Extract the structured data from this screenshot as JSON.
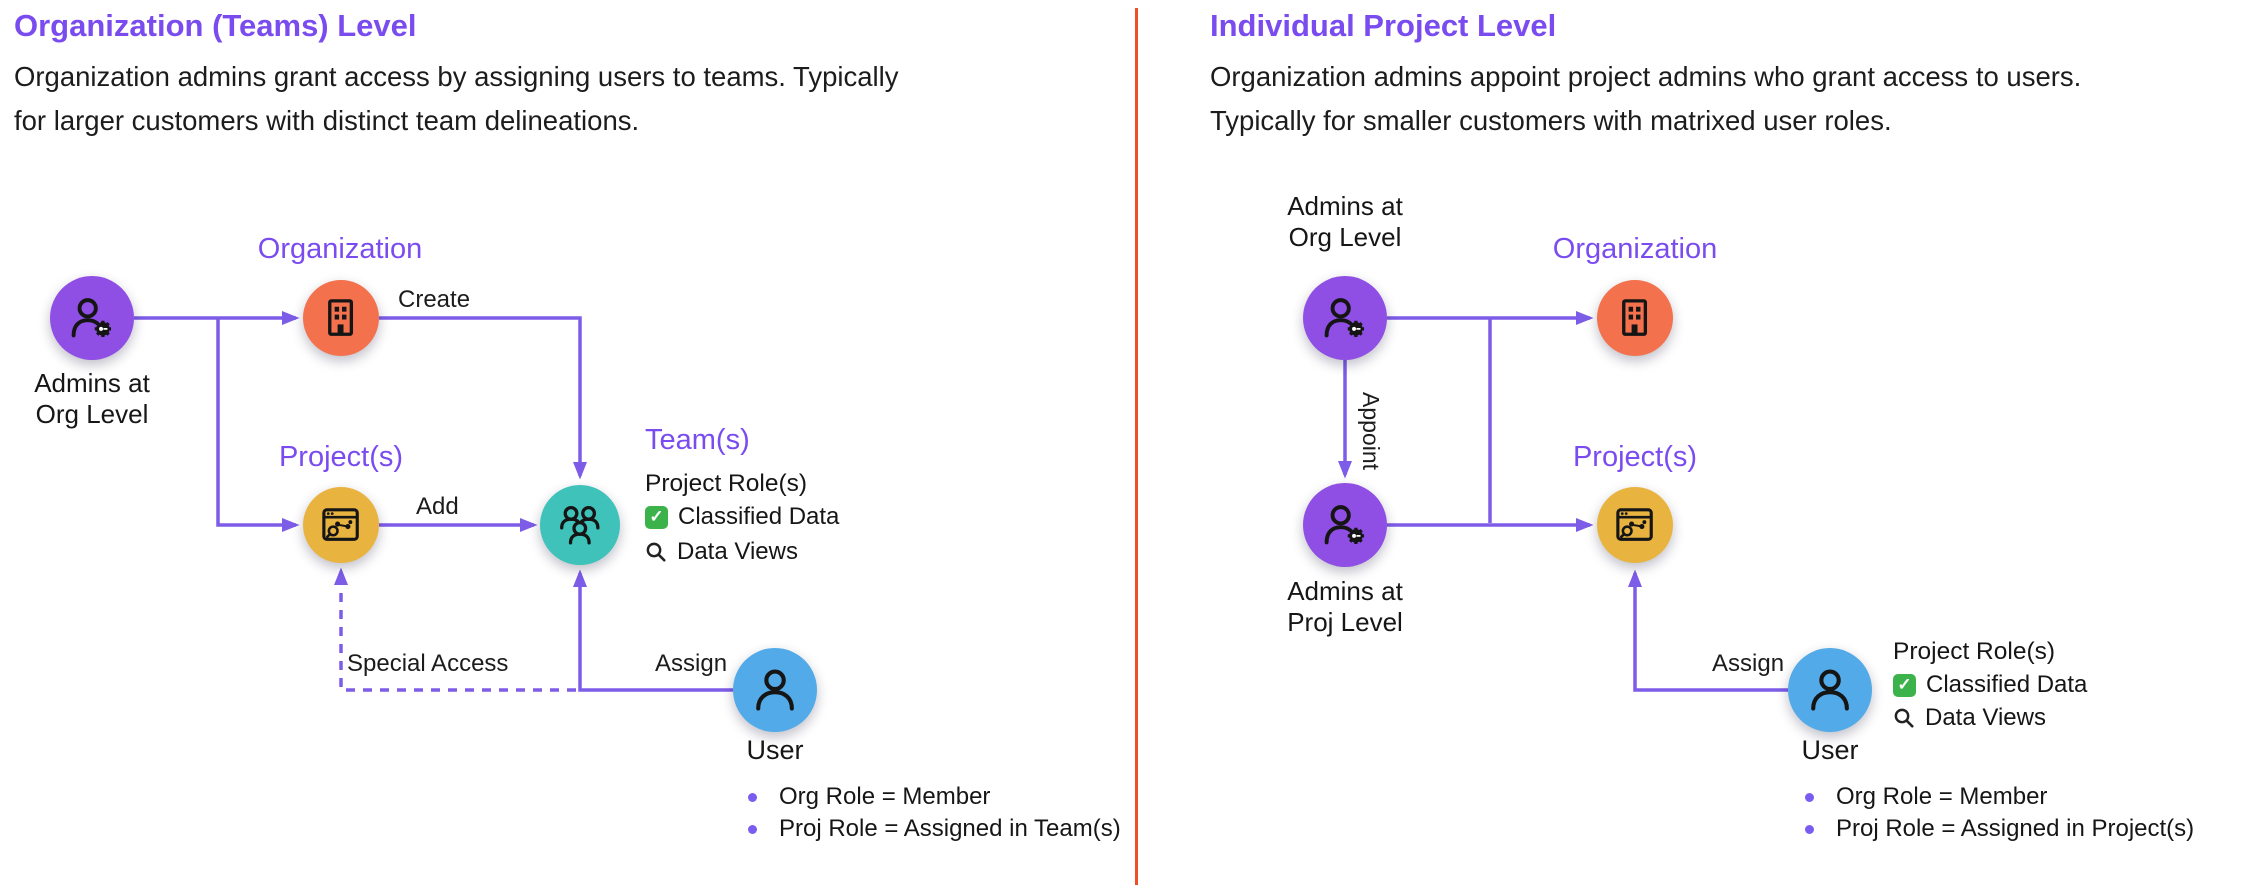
{
  "accent_color": "#7a4cf0",
  "arrow_color": "#7d5ce8",
  "divider_color": "#ee4f26",
  "icons": {
    "check_glyph": "✓",
    "org_admin": "person-gear",
    "organization": "building",
    "projects": "project-window",
    "teams": "people-group",
    "user": "person",
    "data_views": "magnifier"
  },
  "left": {
    "title": "Organization (Teams) Level",
    "description": "Organization admins grant access by assigning users to teams. Typically\nfor larger customers with distinct team delineations.",
    "nodes": {
      "org_admin": {
        "label": "Admins at\nOrg Level"
      },
      "organization": {
        "label": "Organization"
      },
      "projects": {
        "label": "Project(s)"
      },
      "teams": {
        "label": "Team(s)"
      },
      "user": {
        "label": "User"
      }
    },
    "edges": {
      "create": "Create",
      "add": "Add",
      "assign": "Assign",
      "special_access": "Special Access"
    },
    "team_details": {
      "heading": "Project Role(s)",
      "items": [
        "Classified Data",
        "Data Views"
      ]
    },
    "user_bullets": [
      "Org Role = Member",
      "Proj Role = Assigned in Team(s)"
    ]
  },
  "right": {
    "title": "Individual Project Level",
    "description": "Organization admins appoint project admins who grant access to users.\nTypically for smaller customers with matrixed user roles.",
    "nodes": {
      "org_admin": {
        "label": "Admins at\nOrg Level"
      },
      "organization": {
        "label": "Organization"
      },
      "proj_admin": {
        "label": "Admins at\nProj Level"
      },
      "projects": {
        "label": "Project(s)"
      },
      "user": {
        "label": "User"
      }
    },
    "edges": {
      "appoint": "Appoint",
      "assign": "Assign"
    },
    "project_details": {
      "heading": "Project Role(s)",
      "items": [
        "Classified Data",
        "Data Views"
      ]
    },
    "user_bullets": [
      "Org Role = Member",
      "Proj Role = Assigned in Project(s)"
    ]
  }
}
